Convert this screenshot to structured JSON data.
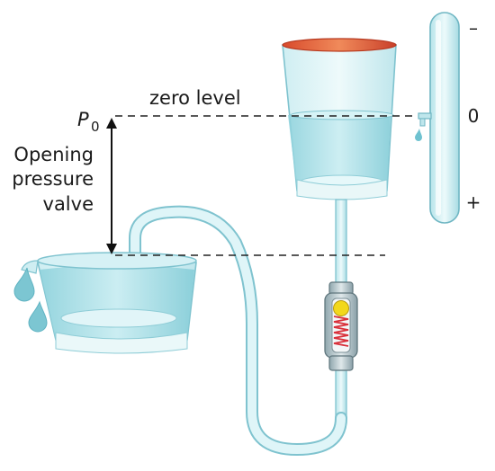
{
  "labels": {
    "zero_level": "zero level",
    "p_symbol": "P",
    "p_subscript": "0",
    "opening_line1": "Opening",
    "opening_line2": "pressure",
    "opening_line3": "valve"
  },
  "scale": {
    "minus": "–",
    "zero": "0",
    "plus": "+"
  },
  "colors": {
    "liquid": "#a9dde4",
    "liquid_dark": "#7cc6d2",
    "tube": "#cdeef1",
    "tube_edge": "#7fc3cf",
    "bag_rim": "#e0583a",
    "valve_ball": "#f2d81c",
    "valve_spring": "#d9303a"
  }
}
